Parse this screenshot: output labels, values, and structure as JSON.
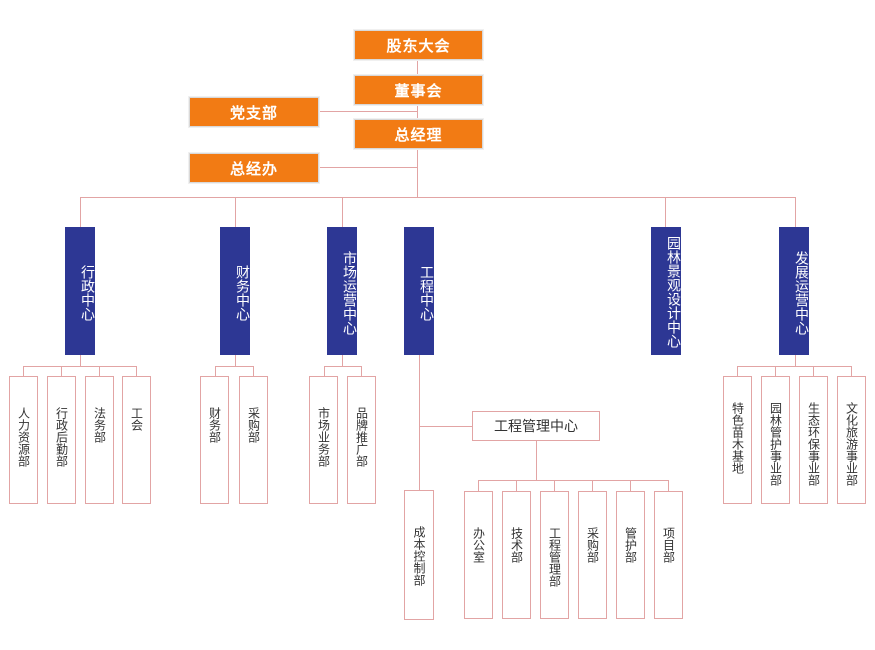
{
  "top": {
    "shareholders": "股东大会",
    "board": "董事会",
    "party": "党支部",
    "general_manager": "总经理",
    "gm_office": "总经办"
  },
  "centers": {
    "admin": "行政中心",
    "finance": "财务中心",
    "marketing": "市场运营中心",
    "engineering": "工程中心",
    "landscape": "园林景观设计中心",
    "development": "发展运营中心"
  },
  "departments": {
    "admin": [
      "人力资源部",
      "行政后勤部",
      "法务部",
      "工会"
    ],
    "finance": [
      "财务部",
      "采购部"
    ],
    "marketing": [
      "市场业务部",
      "品牌推广部"
    ],
    "engineering_cost": "成本控制部",
    "engineering_mgmt_center": "工程管理中心",
    "engineering_mgmt": [
      "办公室",
      "技术部",
      "工程管理部",
      "采购部",
      "管护部",
      "项目部"
    ],
    "development": [
      "特色苗木基地",
      "园林管护事业部",
      "生态环保事业部",
      "文化旅游事业部"
    ]
  }
}
